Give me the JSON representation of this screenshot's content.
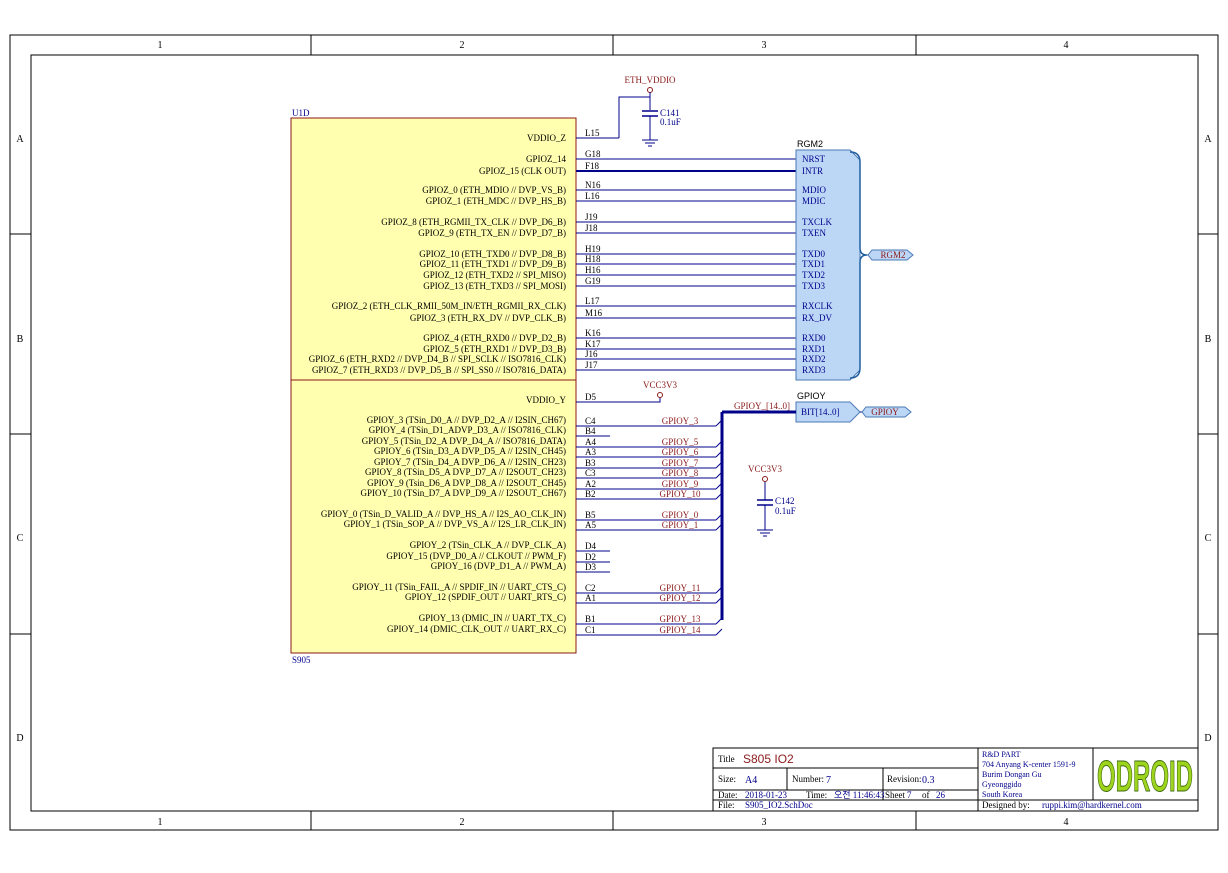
{
  "border": {
    "columns": [
      "1",
      "2",
      "3",
      "4"
    ],
    "rows": [
      "A",
      "B",
      "C",
      "D"
    ]
  },
  "component": {
    "designator": "U1D",
    "part": "S905",
    "pins_top": [
      {
        "label": "VDDIO_Z",
        "pin": "L15"
      },
      {
        "label": "GPIOZ_14",
        "pin": "G18"
      },
      {
        "label": "GPIOZ_15 (CLK OUT)",
        "pin": "F18"
      },
      {
        "label": "GPIOZ_0 (ETH_MDIO // DVP_VS_B)",
        "pin": "N16"
      },
      {
        "label": "GPIOZ_1 (ETH_MDC // DVP_HS_B)",
        "pin": "L16"
      },
      {
        "label": "GPIOZ_8 (ETH_RGMII_TX_CLK // DVP_D6_B)",
        "pin": "J19"
      },
      {
        "label": "GPIOZ_9 (ETH_TX_EN // DVP_D7_B)",
        "pin": "J18"
      },
      {
        "label": "GPIOZ_10 (ETH_TXD0 // DVP_D8_B)",
        "pin": "H19"
      },
      {
        "label": "GPIOZ_11 (ETH_TXD1 // DVP_D9_B)",
        "pin": "H18"
      },
      {
        "label": "GPIOZ_12 (ETH_TXD2 // SPI_MISO)",
        "pin": "H16"
      },
      {
        "label": "GPIOZ_13 (ETH_TXD3 // SPI_MOSI)",
        "pin": "G19"
      },
      {
        "label": "GPIOZ_2 (ETH_CLK_RMII_50M_IN/ETH_RGMII_RX_CLK)",
        "pin": "L17"
      },
      {
        "label": "GPIOZ_3 (ETH_RX_DV // DVP_CLK_B)",
        "pin": "M16"
      },
      {
        "label": "GPIOZ_4 (ETH_RXD0 // DVP_D2_B)",
        "pin": "K16"
      },
      {
        "label": "GPIOZ_5 (ETH_RXD1 // DVP_D3_B)",
        "pin": "K17"
      },
      {
        "label": "GPIOZ_6 (ETH_RXD2 // DVP_D4_B // SPI_SCLK // ISO7816_CLK)",
        "pin": "J16"
      },
      {
        "label": "GPIOZ_7 (ETH_RXD3 // DVP_D5_B // SPI_SS0 // ISO7816_DATA)",
        "pin": "J17"
      }
    ],
    "pins_bottom": [
      {
        "label": "VDDIO_Y",
        "pin": "D5"
      },
      {
        "label": "GPIOY_3 (TSin_D0_A // DVP_D2_A // I2SIN_CH67)",
        "pin": "C4",
        "net": "GPIOY_3"
      },
      {
        "label": "GPIOY_4 (TSin_D1_ADVP_D3_A // ISO7816_CLK)",
        "pin": "B4",
        "net": ""
      },
      {
        "label": "GPIOY_5 (TSin_D2_A DVP_D4_A // ISO7816_DATA)",
        "pin": "A4",
        "net": "GPIOY_5"
      },
      {
        "label": "GPIOY_6 (TSin_D3_A DVP_D5_A // I2SIN_CH45)",
        "pin": "A3",
        "net": "GPIOY_6"
      },
      {
        "label": "GPIOY_7 (TSin_D4_A DVP_D6_A // I2SIN_CH23)",
        "pin": "B3",
        "net": "GPIOY_7"
      },
      {
        "label": "GPIOY_8 (TSin_D5_A DVP_D7_A // I2SOUT_CH23)",
        "pin": "C3",
        "net": "GPIOY_8"
      },
      {
        "label": "GPIOY_9 (Tsin_D6_A DVP_D8_A // I2SOUT_CH45)",
        "pin": "A2",
        "net": "GPIOY_9"
      },
      {
        "label": "GPIOY_10 (TSin_D7_A DVP_D9_A // I2SOUT_CH67)",
        "pin": "B2",
        "net": "GPIOY_10"
      },
      {
        "label": "GPIOY_0 (TSin_D_VALID_A // DVP_HS_A // I2S_AO_CLK_IN)",
        "pin": "B5",
        "net": "GPIOY_0"
      },
      {
        "label": "GPIOY_1 (TSin_SOP_A // DVP_VS_A // I2S_LR_CLK_IN)",
        "pin": "A5",
        "net": "GPIOY_1"
      },
      {
        "label": "GPIOY_2 (TSin_CLK_A // DVP_CLK_A)",
        "pin": "D4",
        "net": ""
      },
      {
        "label": "GPIOY_15 (DVP_D0_A // CLKOUT // PWM_F)",
        "pin": "D2",
        "net": ""
      },
      {
        "label": "GPIOY_16 (DVP_D1_A // PWM_A)",
        "pin": "D3",
        "net": ""
      },
      {
        "label": "GPIOY_11 (TSin_FAIL_A // SPDIF_IN // UART_CTS_C)",
        "pin": "C2",
        "net": "GPIOY_11"
      },
      {
        "label": "GPIOY_12 (SPDIF_OUT // UART_RTS_C)",
        "pin": "A1",
        "net": "GPIOY_12"
      },
      {
        "label": "GPIOY_13 (DMIC_IN // UART_TX_C)",
        "pin": "B1",
        "net": "GPIOY_13"
      },
      {
        "label": "GPIOY_14 (DMIC_CLK_OUT // UART_RX_C)",
        "pin": "C1",
        "net": "GPIOY_14"
      }
    ]
  },
  "power": {
    "eth_vddio": "ETH_VDDIO",
    "vcc3v3_a": "VCC3V3",
    "vcc3v3_b": "VCC3V3"
  },
  "caps": [
    {
      "ref": "C141",
      "value": "0.1uF"
    },
    {
      "ref": "C142",
      "value": "0.1uF"
    }
  ],
  "harness_rgm2": {
    "title": "RGM2",
    "port": "RGM2",
    "entries": [
      "NRST",
      "INTR",
      "MDIO",
      "MDIC",
      "TXCLK",
      "TXEN",
      "TXD0",
      "TXD1",
      "TXD2",
      "TXD3",
      "RXCLK",
      "RX_DV",
      "RXD0",
      "RXD1",
      "RXD2",
      "RXD3"
    ]
  },
  "harness_gpioy": {
    "title": "GPIOY",
    "entry": "BIT[14..0]",
    "port": "GPIOY",
    "bus_label": "GPIOY_[14..0]"
  },
  "title_block": {
    "title_label": "Title",
    "title": "S805 IO2",
    "size_label": "Size:",
    "size": "A4",
    "number_label": "Number:",
    "number": "7",
    "revision_label": "Revision:",
    "revision": "0.3",
    "date_label": "Date:",
    "date": "2018-01-23",
    "time_label": "Time:",
    "time": "오전 11:46:43",
    "sheet_label": "Sheet",
    "sheet": "7",
    "of_label": "of",
    "sheets": "26",
    "file_label": "File:",
    "file": "S905_IO2.SchDoc",
    "company": [
      "R&D PART",
      "704 Anyang K-center 1591-9",
      "Burim Dongan Gu",
      "Gyeonggido",
      "South Korea"
    ],
    "designed_label": "Designed by:",
    "designed_by": "ruppi.kim@hardkernel.com",
    "logo": "ODROID"
  }
}
